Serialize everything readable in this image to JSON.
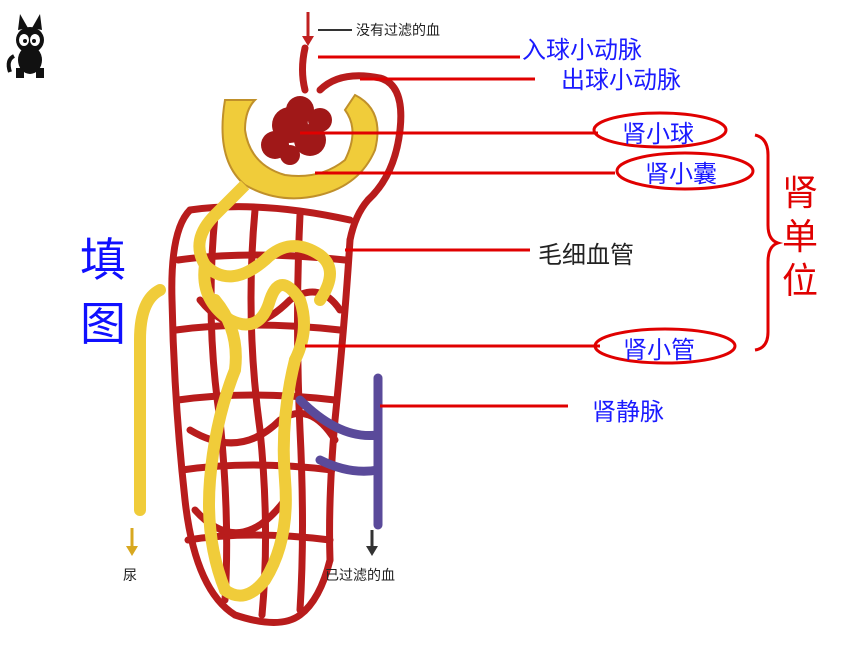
{
  "labels": {
    "unfiltered_blood": "没有过滤的血",
    "afferent_arteriole": "入球小动脉",
    "efferent_arteriole": "出球小动脉",
    "glomerulus": "肾小球",
    "bowmans_capsule": "肾小囊",
    "capillaries": "毛细血管",
    "renal_tubule": "肾小管",
    "renal_vein": "肾静脉",
    "urine": "尿",
    "filtered_blood": "已过滤的血"
  },
  "side_text": {
    "fill_chart_1": "填",
    "fill_chart_2": "图",
    "nephron_1": "肾",
    "nephron_2": "单",
    "nephron_3": "位"
  },
  "colors": {
    "label_blue": "#1a1aff",
    "bracket_red": "#e00000",
    "artery_red": "#b81c1c",
    "tubule_yellow": "#f0cc3a",
    "vein_purple": "#5a4a9a"
  }
}
